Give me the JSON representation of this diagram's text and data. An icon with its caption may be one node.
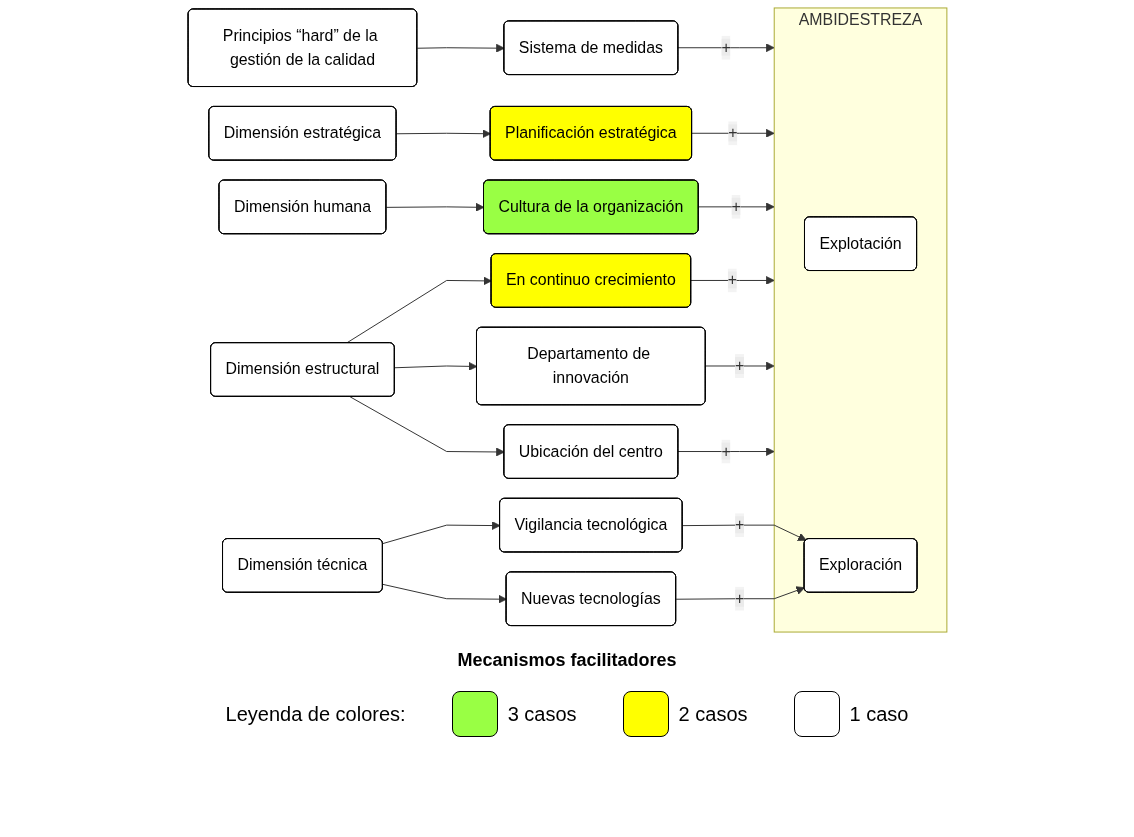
{
  "diagram": {
    "caption": "Mecanismos facilitadores",
    "nodes": [
      {
        "text": [
          "Principios “hard” de la gestión de la calidad"
        ]
      },
      {
        "text": [
          "Dimensión estratégica"
        ]
      },
      {
        "text": [
          "Dimensión humana"
        ]
      },
      {
        "text": [
          "Dimensión estructural"
        ]
      },
      {
        "text": [
          "Dimensión técnica"
        ]
      },
      {
        "text": [
          "Sistema de medidas"
        ]
      },
      {
        "text": [
          "Planificación estratégica"
        ]
      },
      {
        "text": [
          "Cultura de la organización"
        ]
      },
      {
        "text": [
          "En continuo crecimiento"
        ]
      },
      {
        "text": [
          "Departamento de innovación"
        ]
      },
      {
        "text": [
          "Ubicación del centro"
        ]
      },
      {
        "text": [
          "Vigilancia tecnológica"
        ]
      },
      {
        "text": [
          "Nuevas tecnologías"
        ]
      },
      {
        "text": [
          "AMBIDESTREZA"
        ]
      },
      {
        "text": [
          "Explotación"
        ],
        "in": 13
      },
      {
        "text": [
          "Exploración"
        ],
        "in": 13
      }
    ],
    "edges": [
      {
        "from": 0,
        "to": 5,
        "arrow": "to"
      },
      {
        "from": 1,
        "to": 6,
        "arrow": "to"
      },
      {
        "from": 2,
        "to": 7,
        "arrow": "to"
      },
      {
        "from": 3,
        "to": 8,
        "arrow": "to"
      },
      {
        "from": 3,
        "to": 9,
        "arrow": "to"
      },
      {
        "from": 3,
        "to": 10,
        "arrow": "to"
      },
      {
        "from": 4,
        "to": 11,
        "arrow": "to"
      },
      {
        "from": 4,
        "to": 12,
        "arrow": "to"
      },
      {
        "from": 5,
        "to": 13,
        "arrow": "to",
        "label": "+"
      },
      {
        "from": 6,
        "to": 13,
        "arrow": "to",
        "label": "+"
      },
      {
        "from": 7,
        "to": 13,
        "arrow": "to",
        "label": "+"
      },
      {
        "from": 8,
        "to": 13,
        "arrow": "to",
        "label": "+"
      },
      {
        "from": 9,
        "to": 13,
        "arrow": "to",
        "label": "+"
      },
      {
        "from": 10,
        "to": 13,
        "arrow": "to",
        "label": "+"
      },
      {
        "from": 11,
        "to": 15,
        "arrow": "to",
        "label": "+"
      },
      {
        "from": 12,
        "to": 15,
        "arrow": "to",
        "label": "+"
      }
    ],
    "labels": [
      "Leyenda de colores:"
    ],
    "legend": [
      {
        "text": "3 casos",
        "color": "#99ff44"
      },
      {
        "text": "2 casos",
        "color": "#ffff00"
      },
      {
        "text": "1 caso",
        "color": "#ffffff"
      }
    ]
  }
}
